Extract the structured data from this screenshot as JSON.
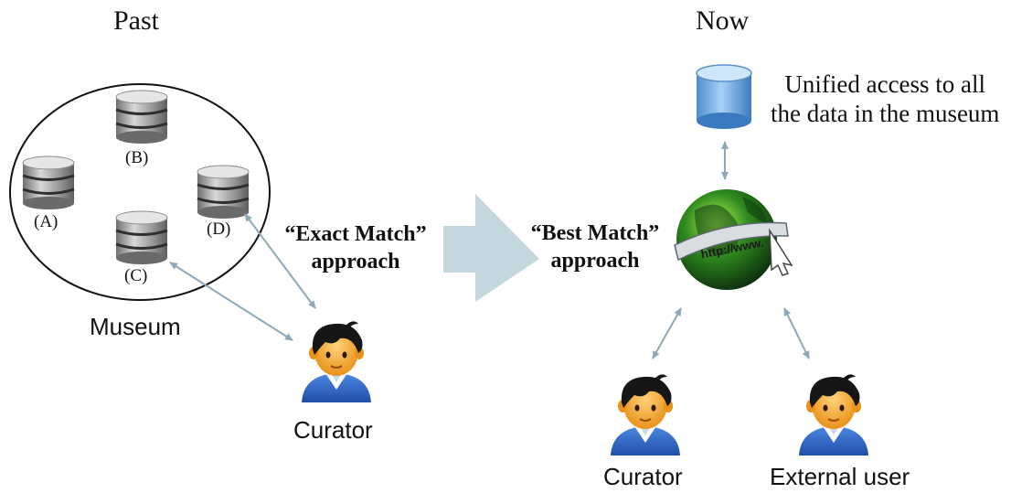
{
  "past": {
    "heading": "Past",
    "museum_label": "Museum",
    "databases": [
      "(A)",
      "(B)",
      "(C)",
      "(D)"
    ],
    "curator_label": "Curator"
  },
  "transition": {
    "old_approach_line1": "“Exact Match”",
    "old_approach_line2": "approach",
    "new_approach_line1": "“Best Match”",
    "new_approach_line2": "approach"
  },
  "now": {
    "heading": "Now",
    "unified_line1": "Unified access to all",
    "unified_line2": "the data in the museum",
    "globe_url_text": "http://www.",
    "curator_label": "Curator",
    "external_user_label": "External user"
  },
  "colors": {
    "arrow": "#8fa8b8",
    "big_arrow": "#c5d7de",
    "db_metal": "#9a9a9a",
    "unified_db": "#7ab0e0",
    "shirt": "#2f66c8",
    "skin": "#f2a22a",
    "hair": "#161616"
  }
}
